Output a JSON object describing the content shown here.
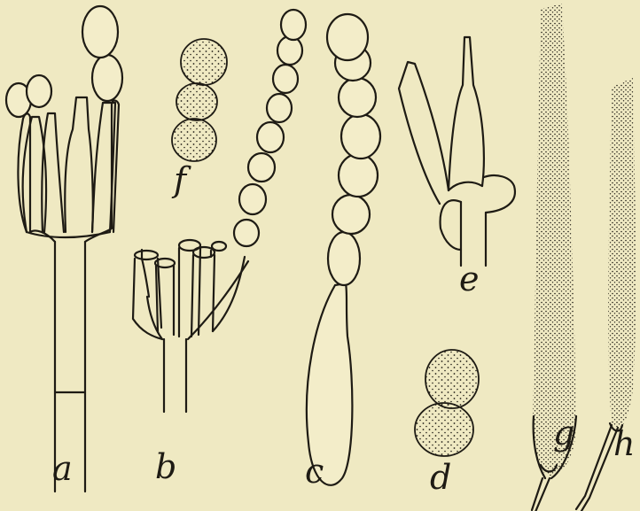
{
  "figure": {
    "background": "#efe9c2",
    "ink": "#1e1b14",
    "labels": {
      "a": "a",
      "b": "b",
      "c": "c",
      "d": "d",
      "e": "e",
      "f": "f",
      "g": "g",
      "h": "h"
    }
  }
}
